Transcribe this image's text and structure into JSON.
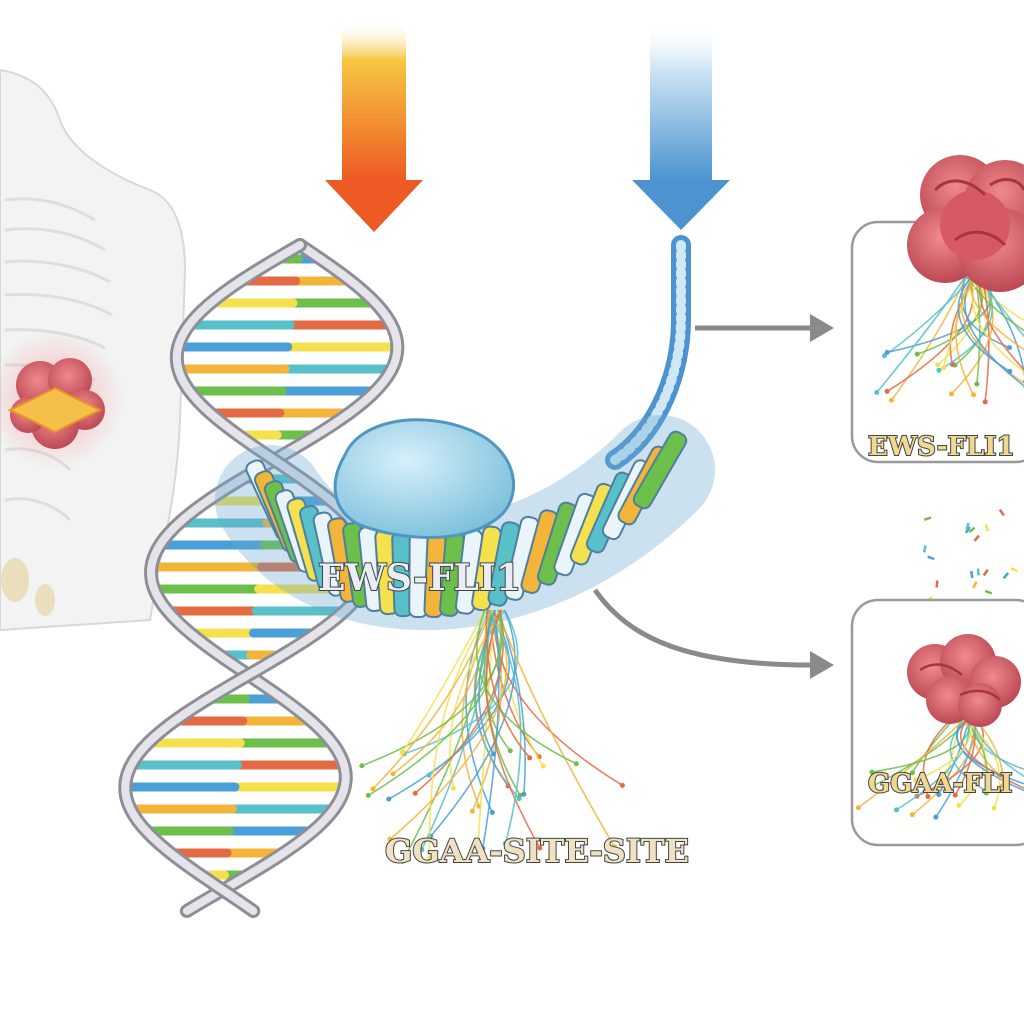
{
  "labels": {
    "protein_center": "EWS-FLI1",
    "binding_site": "GGAA-SITE-SITE",
    "panel_top": "EWS-FLI1",
    "panel_bottom": "GGAA-FLI"
  },
  "colors": {
    "arrow_orange_top": "#f7c742",
    "arrow_orange_bottom": "#ee5a24",
    "arrow_blue_top": "#e8f3fb",
    "arrow_blue_bottom": "#4c93cf",
    "tumor": "#d9626b",
    "protein": "#8fcde6",
    "helix_backbone": "#b8b8c0",
    "connector_arrow": "#8a8a8a"
  },
  "base_colors": [
    "#4a9fd8",
    "#f3b43a",
    "#6cbf4b",
    "#e46a43",
    "#f5e04d",
    "#57c0c9"
  ]
}
